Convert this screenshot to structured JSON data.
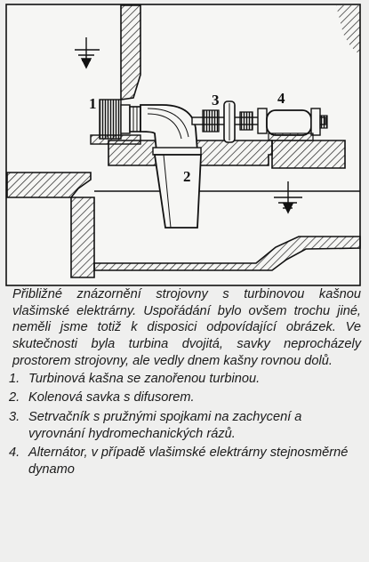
{
  "figure": {
    "labels": [
      "1",
      "2",
      "3",
      "4"
    ]
  },
  "caption": {
    "text": "Přibližné znázornění strojovny s turbinovou kašnou vlašimské elektrárny. Uspořádání bylo ovšem trochu jiné, neměli jsme totiž k disposici odpovídající obrázek. Ve skutečnosti byla turbina dvojitá, savky neprocházely prostorem strojovny, ale vedly dnem kašny rovnou dolů.",
    "items": [
      {
        "num": "1.",
        "text": "Turbinová kašna se zanořenou turbinou."
      },
      {
        "num": "2.",
        "text": "Kolenová savka s difusorem."
      },
      {
        "num": "3.",
        "text": "Setrvačník s pružnými spojkami na zachycení a vyrovnání hydromechanických rázů."
      },
      {
        "num": "4.",
        "text": "Alternátor, v případě vlašimské elektrárny stejnosměrné dynamo"
      }
    ]
  }
}
